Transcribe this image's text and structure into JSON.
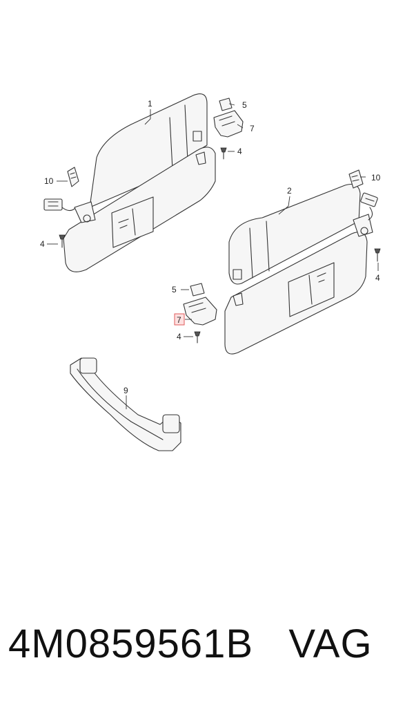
{
  "callouts": {
    "left_visor": "1",
    "right_visor": "2",
    "screw_top": "4",
    "screw_left": "4",
    "screw_right": "4",
    "screw_center": "4",
    "clip_top": "5",
    "clip_center": "5",
    "holder_top": "7",
    "holder_center": "7",
    "grab_handle": "9",
    "connector_left": "10",
    "connector_right": "10"
  },
  "part_number": "4M0859561B",
  "brand": "VAG",
  "highlight_color": "#e05a5a"
}
